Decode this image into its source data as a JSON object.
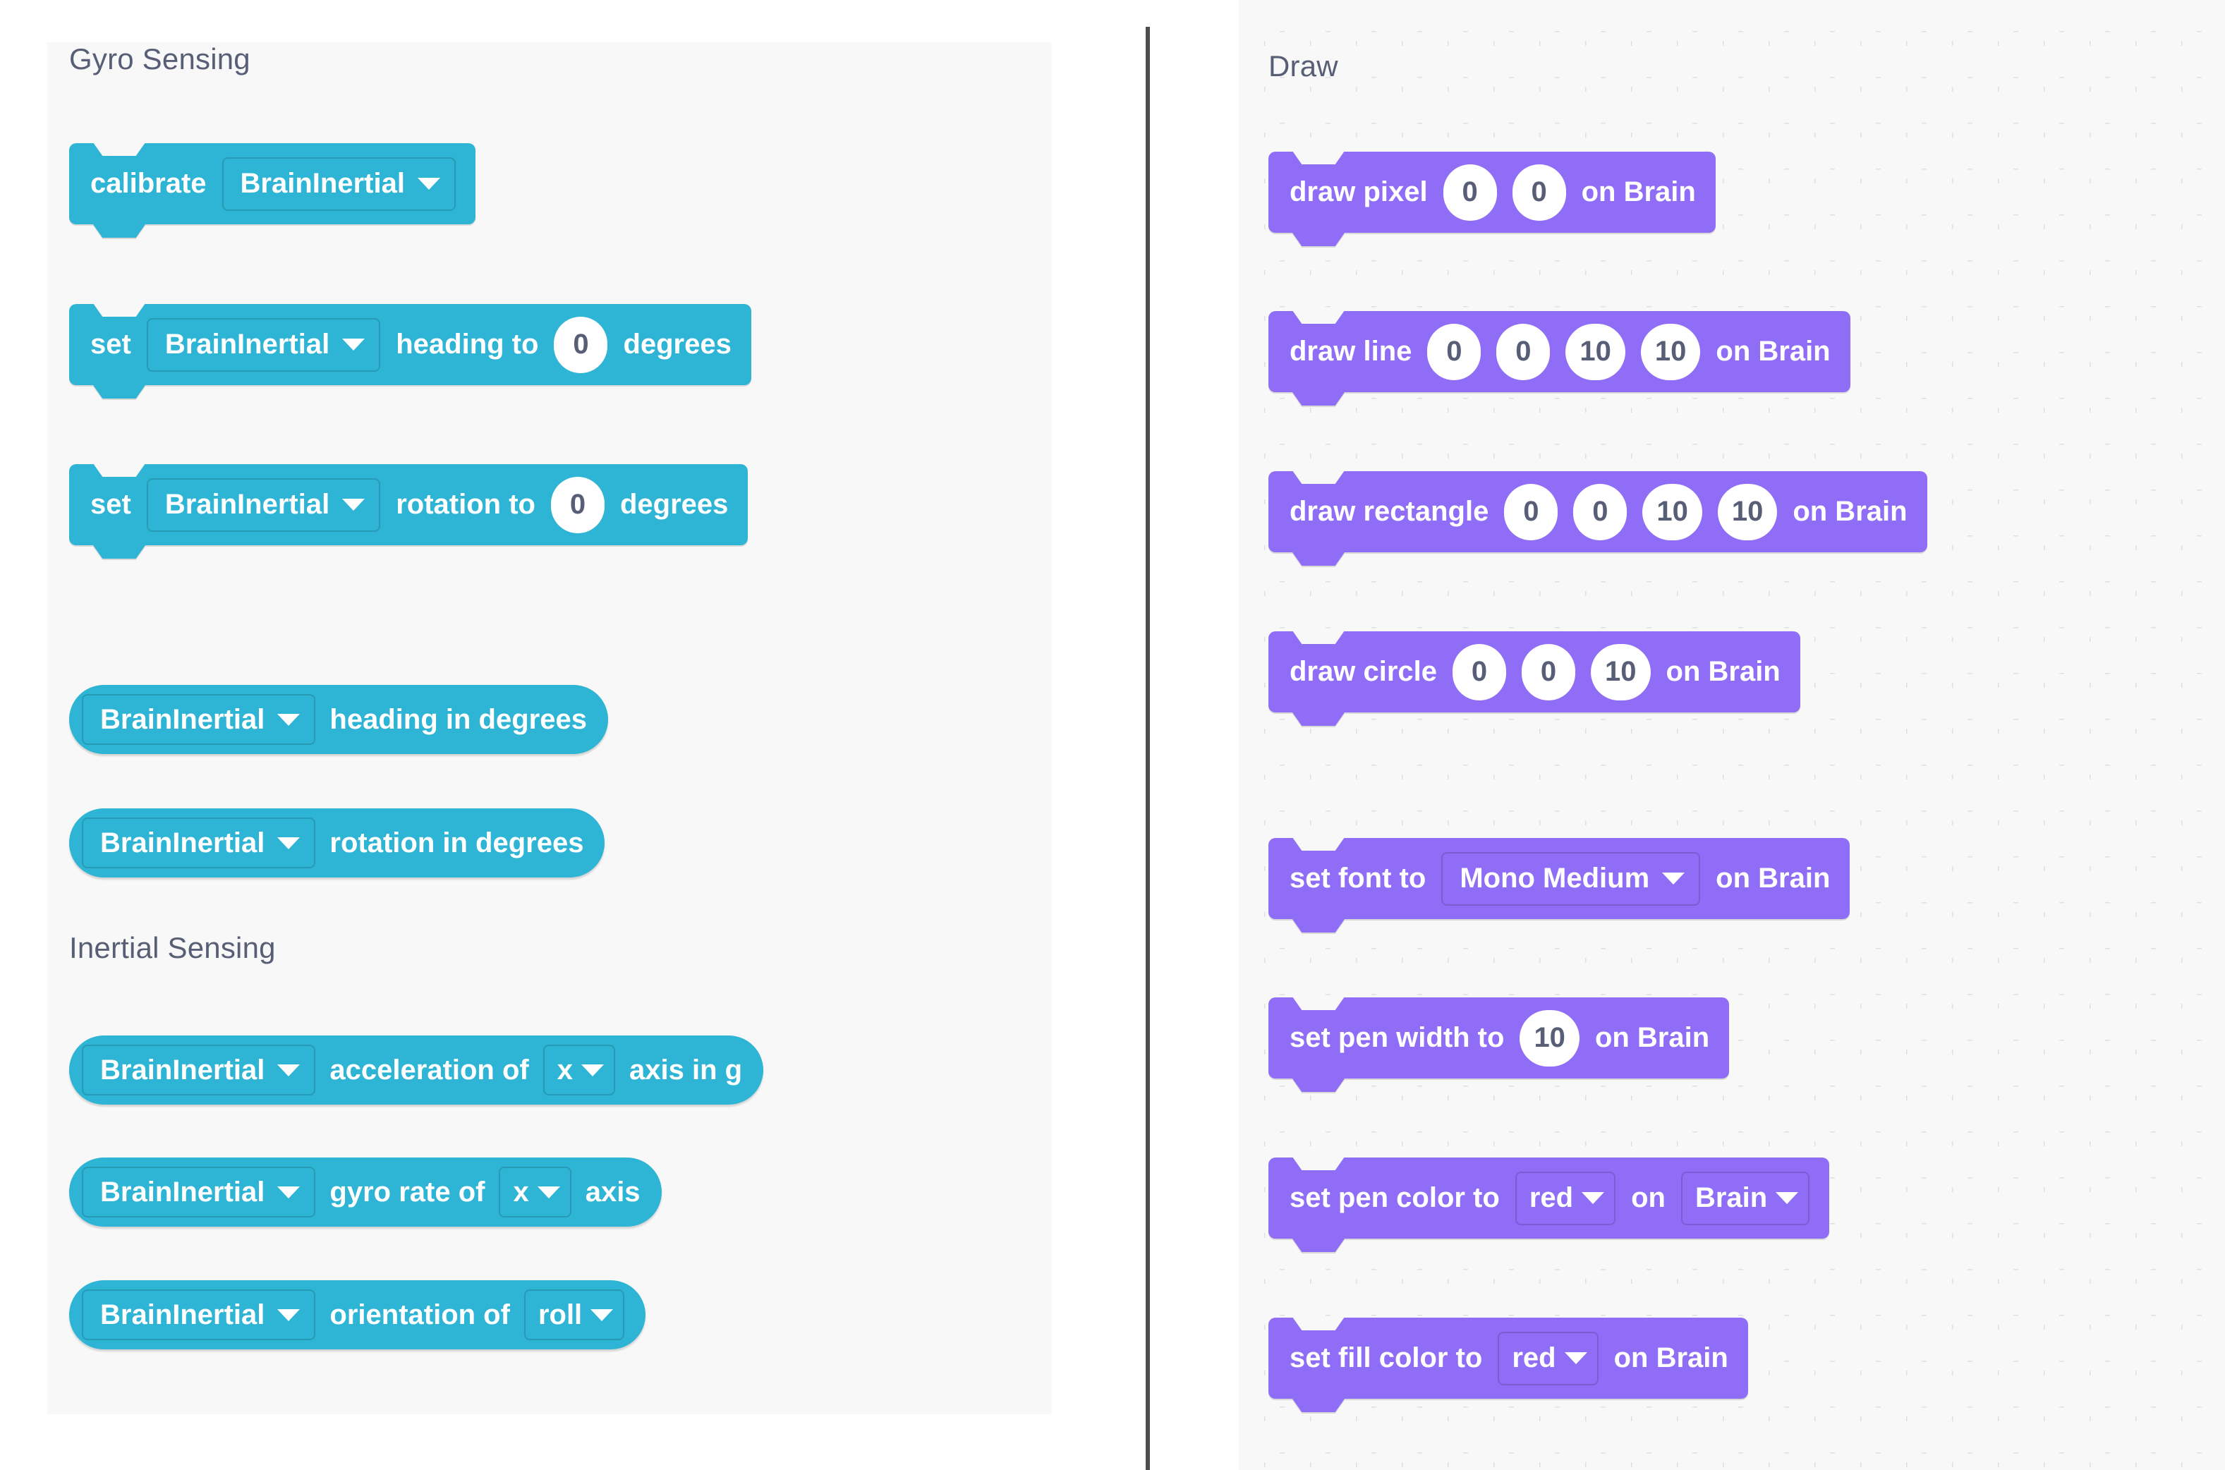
{
  "colors": {
    "sensing_block": "#2eb4d4",
    "draw_block": "#8f6df6",
    "panel_bg": "#f8f8f8",
    "header_text": "#575e75",
    "divider": "#4d4d52",
    "field_text": "#575e75"
  },
  "left_panel": {
    "sections": [
      {
        "title": "Gyro Sensing"
      },
      {
        "title": "Inertial Sensing"
      }
    ],
    "blocks": [
      {
        "id": "calibrate-braininertial",
        "kind": "stack",
        "parts": [
          {
            "type": "label",
            "text": "calibrate"
          },
          {
            "type": "dropdown",
            "value": "BrainInertial"
          }
        ]
      },
      {
        "id": "set-heading-to",
        "kind": "stack",
        "parts": [
          {
            "type": "label",
            "text": "set"
          },
          {
            "type": "dropdown",
            "value": "BrainInertial"
          },
          {
            "type": "label",
            "text": "heading to"
          },
          {
            "type": "number",
            "value": "0"
          },
          {
            "type": "label",
            "text": "degrees"
          }
        ]
      },
      {
        "id": "set-rotation-to",
        "kind": "stack",
        "parts": [
          {
            "type": "label",
            "text": "set"
          },
          {
            "type": "dropdown",
            "value": "BrainInertial"
          },
          {
            "type": "label",
            "text": "rotation to"
          },
          {
            "type": "number",
            "value": "0"
          },
          {
            "type": "label",
            "text": "degrees"
          }
        ]
      },
      {
        "id": "heading-in-degrees",
        "kind": "reporter",
        "parts": [
          {
            "type": "dropdown",
            "value": "BrainInertial"
          },
          {
            "type": "label",
            "text": "heading in degrees"
          }
        ]
      },
      {
        "id": "rotation-in-degrees",
        "kind": "reporter",
        "parts": [
          {
            "type": "dropdown",
            "value": "BrainInertial"
          },
          {
            "type": "label",
            "text": "rotation in degrees"
          }
        ]
      },
      {
        "id": "acceleration-of-axis",
        "kind": "reporter",
        "parts": [
          {
            "type": "dropdown",
            "value": "BrainInertial"
          },
          {
            "type": "label",
            "text": "acceleration of"
          },
          {
            "type": "dropdown",
            "value": "x"
          },
          {
            "type": "label",
            "text": "axis in g"
          }
        ]
      },
      {
        "id": "gyro-rate-of-axis",
        "kind": "reporter",
        "parts": [
          {
            "type": "dropdown",
            "value": "BrainInertial"
          },
          {
            "type": "label",
            "text": "gyro rate of"
          },
          {
            "type": "dropdown",
            "value": "x"
          },
          {
            "type": "label",
            "text": "axis"
          }
        ]
      },
      {
        "id": "orientation-of",
        "kind": "reporter",
        "parts": [
          {
            "type": "dropdown",
            "value": "BrainInertial"
          },
          {
            "type": "label",
            "text": "orientation of"
          },
          {
            "type": "dropdown",
            "value": "roll"
          }
        ]
      }
    ]
  },
  "right_panel": {
    "sections": [
      {
        "title": "Draw"
      }
    ],
    "blocks": [
      {
        "id": "draw-pixel",
        "kind": "stack",
        "parts": [
          {
            "type": "label",
            "text": "draw pixel"
          },
          {
            "type": "number",
            "value": "0"
          },
          {
            "type": "number",
            "value": "0"
          },
          {
            "type": "label",
            "text": "on Brain"
          }
        ]
      },
      {
        "id": "draw-line",
        "kind": "stack",
        "parts": [
          {
            "type": "label",
            "text": "draw line"
          },
          {
            "type": "number",
            "value": "0"
          },
          {
            "type": "number",
            "value": "0"
          },
          {
            "type": "number",
            "value": "10"
          },
          {
            "type": "number",
            "value": "10"
          },
          {
            "type": "label",
            "text": "on Brain"
          }
        ]
      },
      {
        "id": "draw-rectangle",
        "kind": "stack",
        "parts": [
          {
            "type": "label",
            "text": "draw rectangle"
          },
          {
            "type": "number",
            "value": "0"
          },
          {
            "type": "number",
            "value": "0"
          },
          {
            "type": "number",
            "value": "10"
          },
          {
            "type": "number",
            "value": "10"
          },
          {
            "type": "label",
            "text": "on Brain"
          }
        ]
      },
      {
        "id": "draw-circle",
        "kind": "stack",
        "parts": [
          {
            "type": "label",
            "text": "draw circle"
          },
          {
            "type": "number",
            "value": "0"
          },
          {
            "type": "number",
            "value": "0"
          },
          {
            "type": "number",
            "value": "10"
          },
          {
            "type": "label",
            "text": "on Brain"
          }
        ]
      },
      {
        "id": "set-font-to",
        "kind": "stack",
        "parts": [
          {
            "type": "label",
            "text": "set font to"
          },
          {
            "type": "dropdown",
            "value": "Mono Medium"
          },
          {
            "type": "label",
            "text": "on Brain"
          }
        ]
      },
      {
        "id": "set-pen-width-to",
        "kind": "stack",
        "parts": [
          {
            "type": "label",
            "text": "set pen width to"
          },
          {
            "type": "number",
            "value": "10"
          },
          {
            "type": "label",
            "text": "on Brain"
          }
        ]
      },
      {
        "id": "set-pen-color-to",
        "kind": "stack",
        "parts": [
          {
            "type": "label",
            "text": "set pen color to"
          },
          {
            "type": "dropdown",
            "value": "red"
          },
          {
            "type": "label",
            "text": "on"
          },
          {
            "type": "dropdown",
            "value": "Brain"
          }
        ]
      },
      {
        "id": "set-fill-color-to",
        "kind": "stack",
        "parts": [
          {
            "type": "label",
            "text": "set fill color to"
          },
          {
            "type": "dropdown",
            "value": "red"
          },
          {
            "type": "label",
            "text": "on Brain"
          }
        ]
      }
    ]
  }
}
